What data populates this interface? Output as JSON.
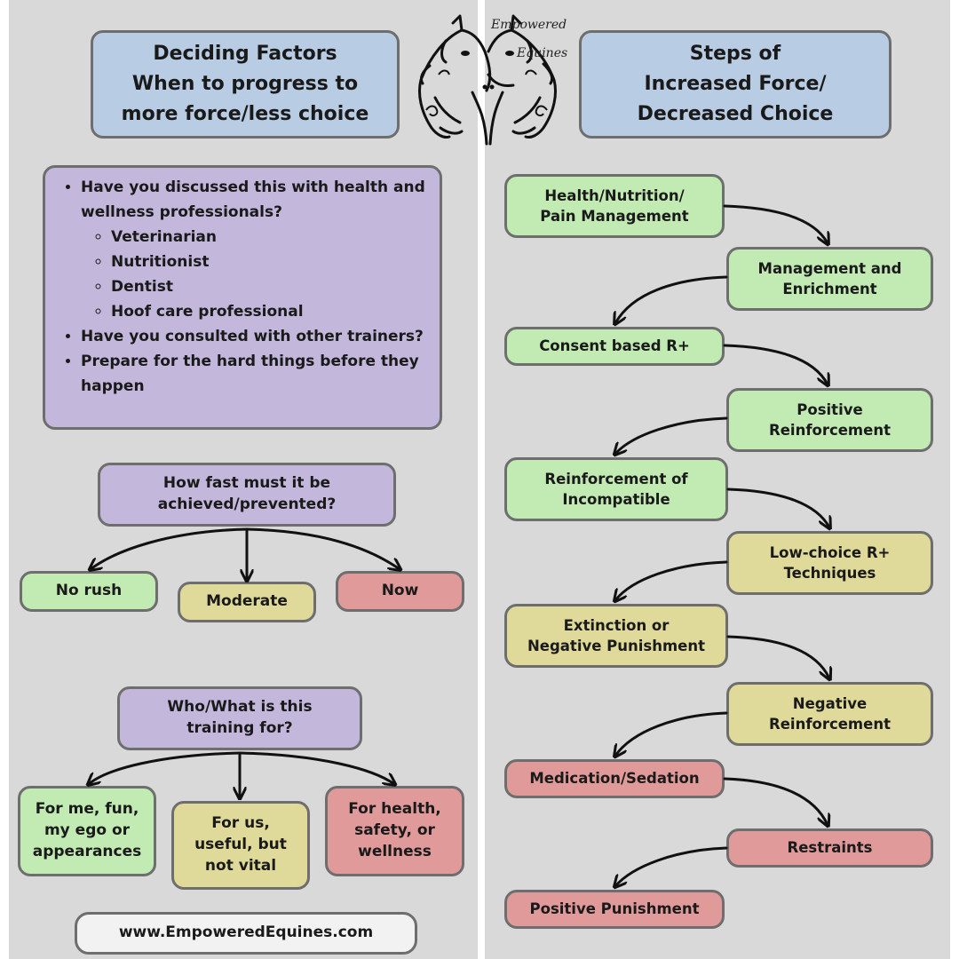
{
  "left": {
    "title_lines": [
      "Deciding Factors",
      "When to progress to",
      "more force/less choice"
    ],
    "checklist": {
      "q1": "Have you discussed this with health and wellness professionals?",
      "professionals": [
        "Veterinarian",
        "Nutritionist",
        "Dentist",
        "Hoof care professional"
      ],
      "q2": "Have you consulted with other trainers?",
      "q3": "Prepare for the hard things before they happen"
    },
    "speed": {
      "question_lines": [
        "How fast must it be",
        "achieved/prevented?"
      ],
      "options": [
        "No rush",
        "Moderate",
        "Now"
      ]
    },
    "purpose": {
      "question_lines": [
        "Who/What is this",
        "training for?"
      ],
      "options": [
        [
          "For me, fun,",
          "my ego or",
          "appearances"
        ],
        [
          "For us,",
          "useful, but",
          "not vital"
        ],
        [
          "For health,",
          "safety, or",
          "wellness"
        ]
      ]
    },
    "website": "www.EmpoweredEquines.com"
  },
  "logo": {
    "line1": "Empowered",
    "line2": "Equines"
  },
  "right": {
    "title_lines": [
      "Steps of",
      "Increased Force/",
      "Decreased Choice"
    ],
    "steps": [
      [
        "Health/Nutrition/",
        "Pain Management"
      ],
      [
        "Management and",
        "Enrichment"
      ],
      [
        "Consent based R+"
      ],
      [
        "Positive",
        "Reinforcement"
      ],
      [
        "Reinforcement of",
        "Incompatible"
      ],
      [
        "Low-choice R+",
        "Techniques"
      ],
      [
        "Extinction or",
        "Negative Punishment"
      ],
      [
        "Negative",
        "Reinforcement"
      ],
      [
        "Medication/Sedation"
      ],
      [
        "Restraints"
      ],
      [
        "Positive Punishment"
      ]
    ]
  },
  "colors": {
    "panel": "#d9d9d9",
    "title": "#b8cce4",
    "question": "#c3b8dc",
    "green": "#c2ebb4",
    "yellow": "#dfd99a",
    "red": "#e09a9a",
    "border": "#6e6e6e"
  }
}
